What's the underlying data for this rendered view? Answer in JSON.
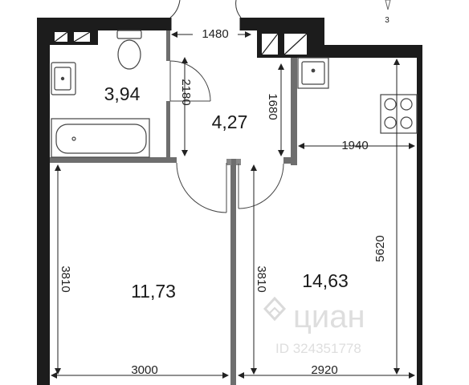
{
  "compass": {
    "label": "3"
  },
  "rooms": {
    "bathroom": "3,94",
    "hall": "4,27",
    "bedroom": "11,73",
    "living": "14,63"
  },
  "dimensions": {
    "hall_width": "1480",
    "bath_height": "2180",
    "hall_height": "1680",
    "kitchen_depth": "1940",
    "bedroom_height": "3810",
    "living_height": "3810",
    "living_total": "5620",
    "bedroom_width": "3000",
    "living_width": "2920"
  },
  "watermark": {
    "brand": "циан",
    "id": "ID 324351778"
  }
}
